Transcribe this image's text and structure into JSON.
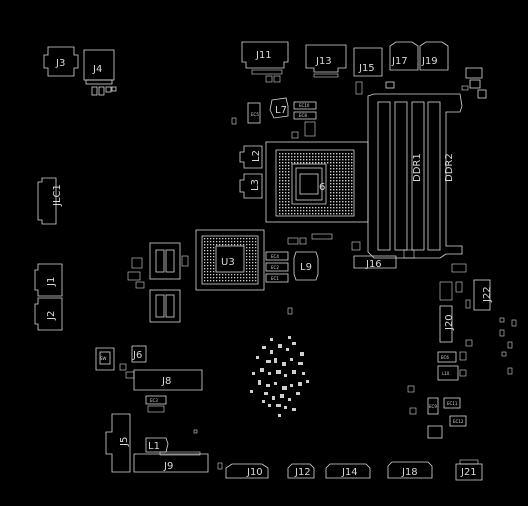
{
  "board": {
    "background": "#000000",
    "outline_color": "#d8d8d8"
  },
  "labels": {
    "J3": "J3",
    "J4": "J4",
    "J11": "J11",
    "J13": "J13",
    "J15": "J15",
    "J17": "J17",
    "J19": "J19",
    "L7": "L7",
    "L2": "L2",
    "L3": "L3",
    "U6": "6",
    "DDR1": "DDR1",
    "DDR2": "DDR2",
    "JLC1": "JLC1",
    "J1": "J1",
    "J2": "J2",
    "U3": "U3",
    "L9": "L9",
    "J16": "J16",
    "J22": "J22",
    "J20": "J20",
    "J6": "J6",
    "J8": "J8",
    "EC3": "EC3",
    "J5": "J5",
    "L1": "L1",
    "J9": "J9",
    "J10": "J10",
    "J12": "J12",
    "J14": "J14",
    "J18": "J18",
    "J21": "J21"
  },
  "small_labels": {
    "EC5": "EC5",
    "EC10": "EC10",
    "EC8": "EC8",
    "EC4": "EC4",
    "EC2": "EC2",
    "EC1": "EC1",
    "EC6": "EC6",
    "EC9": "EC9",
    "EC11": "EC11",
    "EC12": "EC12",
    "L10": "L10",
    "SW": "SW"
  }
}
